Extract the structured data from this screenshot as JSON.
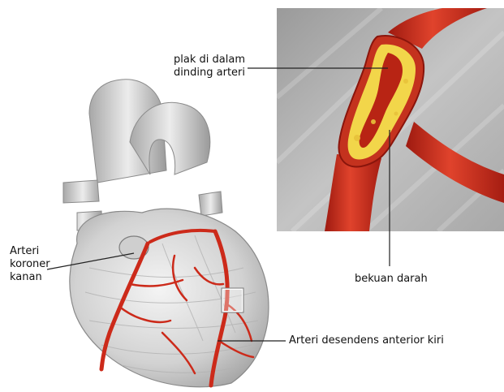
{
  "labels": {
    "plaque": [
      "plak di dalam",
      "dinding arteri"
    ],
    "clot": "bekuan darah",
    "right_coronary": [
      "Arteri",
      "koroner",
      "kanan"
    ],
    "lad": "Arteri desendens anterior kiri"
  },
  "colors": {
    "artery": "#cc2a1a",
    "artery_dark": "#9e1a10",
    "plaque": "#f2d64a",
    "panel_bg": "#b8b8b8",
    "heart_light": "#e6e6e6",
    "heart_mid": "#c9c9c9",
    "heart_dark": "#8f8f8f"
  },
  "icons": {
    "heart": "heart-illustration",
    "artery_cross_section": "artery-cross-section-illustration"
  }
}
